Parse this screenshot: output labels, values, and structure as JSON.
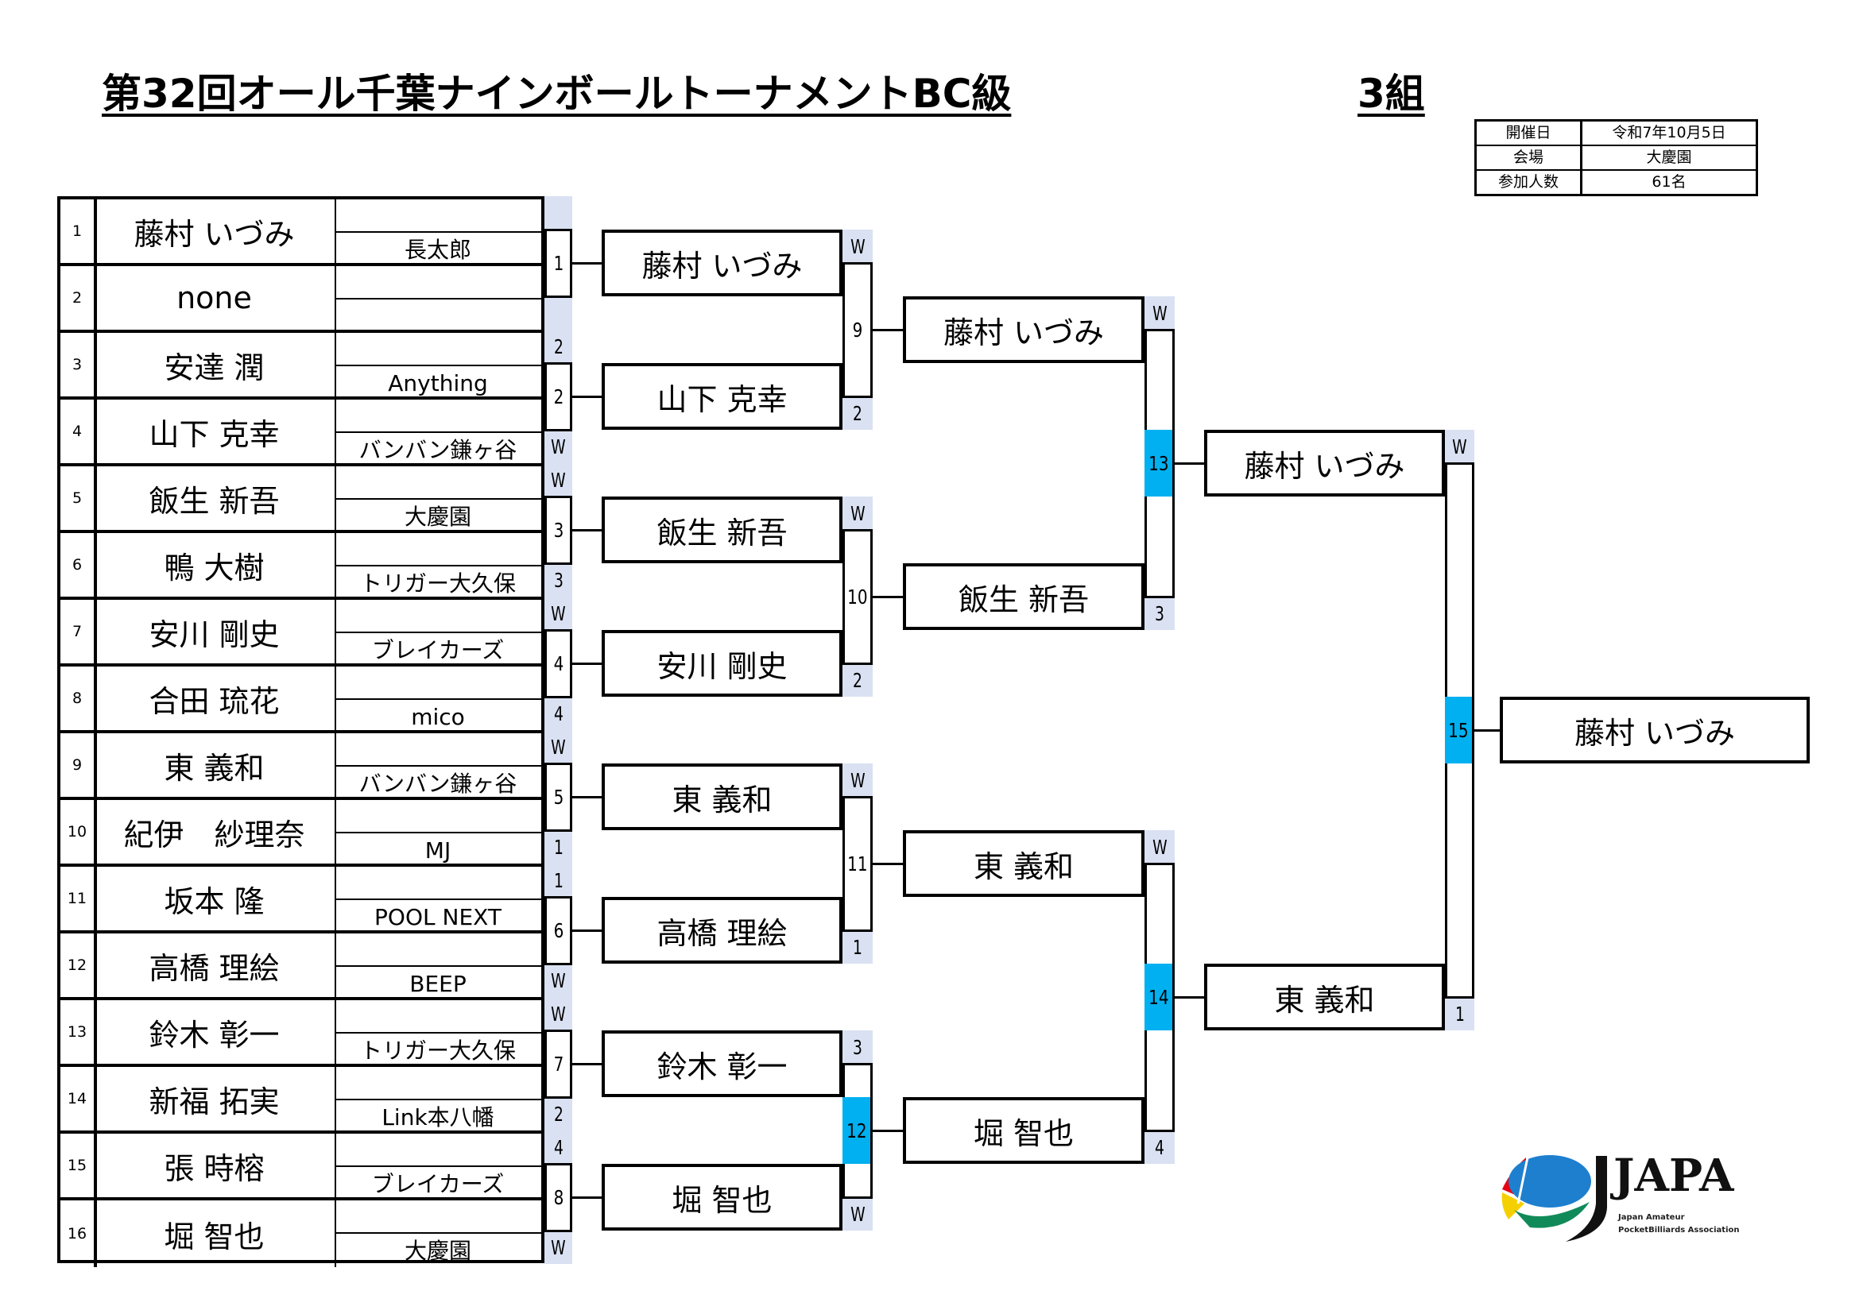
{
  "title": "第32回オール千葉ナインボールトーナメントBC級",
  "group": "3組",
  "info": [
    {
      "label": "開催日",
      "value": "令和7年10月5日"
    },
    {
      "label": "会場",
      "value": "大慶園"
    },
    {
      "label": "参加人数",
      "value": "61名"
    }
  ],
  "players": [
    {
      "seed": "1",
      "name": "藤村 いづみ",
      "team": "長太郎",
      "score": ""
    },
    {
      "seed": "2",
      "name": "none",
      "team": "",
      "score": ""
    },
    {
      "seed": "3",
      "name": "安達 潤",
      "team": "Anything",
      "score": "2"
    },
    {
      "seed": "4",
      "name": "山下 克幸",
      "team": "バンバン鎌ヶ谷",
      "score": "W"
    },
    {
      "seed": "5",
      "name": "飯生 新吾",
      "team": "大慶園",
      "score": "W"
    },
    {
      "seed": "6",
      "name": "鴨 大樹",
      "team": "トリガー大久保",
      "score": "3"
    },
    {
      "seed": "7",
      "name": "安川 剛史",
      "team": "ブレイカーズ",
      "score": "W"
    },
    {
      "seed": "8",
      "name": "合田 琉花",
      "team": "mico",
      "score": "4"
    },
    {
      "seed": "9",
      "name": "東 義和",
      "team": "バンバン鎌ヶ谷",
      "score": "W"
    },
    {
      "seed": "10",
      "name": "紀伊　紗理奈",
      "team": "MJ",
      "score": "1"
    },
    {
      "seed": "11",
      "name": "坂本 隆",
      "team": "POOL NEXT",
      "score": "1"
    },
    {
      "seed": "12",
      "name": "高橋 理絵",
      "team": "BEEP",
      "score": "W"
    },
    {
      "seed": "13",
      "name": "鈴木 彰一",
      "team": "トリガー大久保",
      "score": "W"
    },
    {
      "seed": "14",
      "name": "新福 拓実",
      "team": "Link本八幡",
      "score": "2"
    },
    {
      "seed": "15",
      "name": "張 時榕",
      "team": "ブレイカーズ",
      "score": "4"
    },
    {
      "seed": "16",
      "name": "堀 智也",
      "team": "大慶園",
      "score": "W"
    }
  ],
  "rounds": [
    {
      "matches": [
        {
          "number": "1",
          "highlight": false
        },
        {
          "number": "2",
          "highlight": false
        },
        {
          "number": "3",
          "highlight": false
        },
        {
          "number": "4",
          "highlight": false
        },
        {
          "number": "5",
          "highlight": false
        },
        {
          "number": "6",
          "highlight": false
        },
        {
          "number": "7",
          "highlight": false
        },
        {
          "number": "8",
          "highlight": false
        }
      ],
      "advancers": [
        {
          "name": "藤村 いづみ",
          "score": "W"
        },
        {
          "name": "山下 克幸",
          "score": "2"
        },
        {
          "name": "飯生 新吾",
          "score": "W"
        },
        {
          "name": "安川 剛史",
          "score": "2"
        },
        {
          "name": "東 義和",
          "score": "W"
        },
        {
          "name": "高橋 理絵",
          "score": "1"
        },
        {
          "name": "鈴木 彰一",
          "score": "3"
        },
        {
          "name": "堀 智也",
          "score": "W"
        }
      ]
    },
    {
      "matches": [
        {
          "number": "9",
          "highlight": false
        },
        {
          "number": "10",
          "highlight": false
        },
        {
          "number": "11",
          "highlight": false
        },
        {
          "number": "12",
          "highlight": true
        }
      ],
      "advancers": [
        {
          "name": "藤村 いづみ",
          "score": "W"
        },
        {
          "name": "飯生 新吾",
          "score": "3"
        },
        {
          "name": "東 義和",
          "score": "W"
        },
        {
          "name": "堀 智也",
          "score": "4"
        }
      ]
    },
    {
      "matches": [
        {
          "number": "13",
          "highlight": true
        },
        {
          "number": "14",
          "highlight": true
        }
      ],
      "advancers": [
        {
          "name": "藤村 いづみ",
          "score": "W"
        },
        {
          "name": "東 義和",
          "score": "1"
        }
      ]
    },
    {
      "matches": [
        {
          "number": "15",
          "highlight": true
        }
      ],
      "advancers": [
        {
          "name": "藤村 いづみ",
          "score": ""
        }
      ]
    }
  ],
  "logo": {
    "text": "JAPA",
    "sub1": "Japan Amateur",
    "sub2": "PocketBilliards Association"
  },
  "colors": {
    "score_bg": "#d9e1f2",
    "highlight": "#00b0f0"
  }
}
